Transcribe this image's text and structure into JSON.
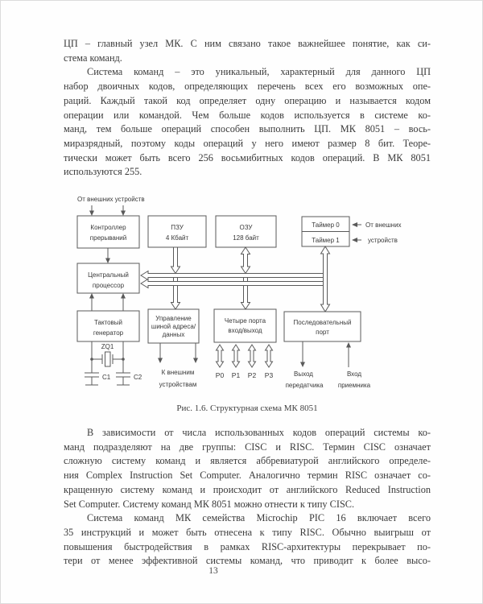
{
  "page": {
    "number": "13"
  },
  "paragraphs": [
    {
      "indent": false,
      "justify_last": false,
      "lines": [
        "ЦП – главный узел МК. С ним связано такое важнейшее понятие, как си-",
        "стема команд."
      ]
    },
    {
      "indent": true,
      "justify_last": false,
      "lines": [
        "Система команд – это уникальный, характерный для данного ЦП",
        "набор двоичных кодов, определяющих перечень всех его возможных опе-",
        "раций. Каждый такой код определяет одну операцию и называется кодом",
        "операции или командой. Чем больше кодов используется в системе ко-",
        "манд, тем больше операций способен выполнить ЦП. МК 8051 – вось-",
        "миразрядный, поэтому коды операций у него имеют размер 8 бит. Теоре-",
        "тически может быть всего 256 восьмибитных кодов операций. В МК 8051",
        "используются 255."
      ]
    },
    {
      "indent": true,
      "justify_last": false,
      "lines": [
        "В зависимости от числа использованных кодов операций системы ко-",
        "манд подразделяют на две группы: CISC и RISC. Термин CISC означает",
        "сложную систему команд и является аббревиатурой английского определе-",
        "ния Complex Instruction Set Computer. Аналогично термин RISC означает со-",
        "кращенную систему команд и происходит от английского Reduced Instruction",
        "Set Computer. Систему команд МК 8051 можно отнести к типу CISC."
      ]
    },
    {
      "indent": true,
      "justify_last": true,
      "lines": [
        "Система команд МК семейства Microchip PIC 16 включает всего",
        "35 инструкций и может быть отнесена к типу RISC. Обычно выигрыш от",
        "повышения быстродействия в рамках RISC-архитектуры перекрывает по-",
        "тери от менее эффективной системы команд, что приводит к более высо-"
      ]
    }
  ],
  "figure": {
    "caption": "Рис. 1.6. Структурная схема МК 8051",
    "labels": {
      "ext_top": "От внешних устройств",
      "ctrl": [
        "Контроллер",
        "прерываний"
      ],
      "rom": [
        "ПЗУ",
        "4 Кбайт"
      ],
      "ram": [
        "ОЗУ",
        "128 байт"
      ],
      "timer0": "Таймер 0",
      "timer1": "Таймер 1",
      "ext_right": [
        "От внешних",
        "устройств"
      ],
      "cpu": [
        "Центральный",
        "процессор"
      ],
      "clk": [
        "Тактовый",
        "генератор"
      ],
      "zq1": "ZQ1",
      "c1": "C1",
      "c2": "C2",
      "busctl": [
        "Управление",
        "шиной адреса/",
        "данных"
      ],
      "to_ext": [
        "К внешним",
        "устройствам"
      ],
      "ports": [
        "Четыре порта",
        "вход/выход"
      ],
      "pins": [
        "P0",
        "P1",
        "P2",
        "P3"
      ],
      "serial": [
        "Последовательный",
        "порт"
      ],
      "tx": [
        "Выход",
        "передатчика"
      ],
      "rx": [
        "Вход",
        "приемника"
      ]
    }
  }
}
